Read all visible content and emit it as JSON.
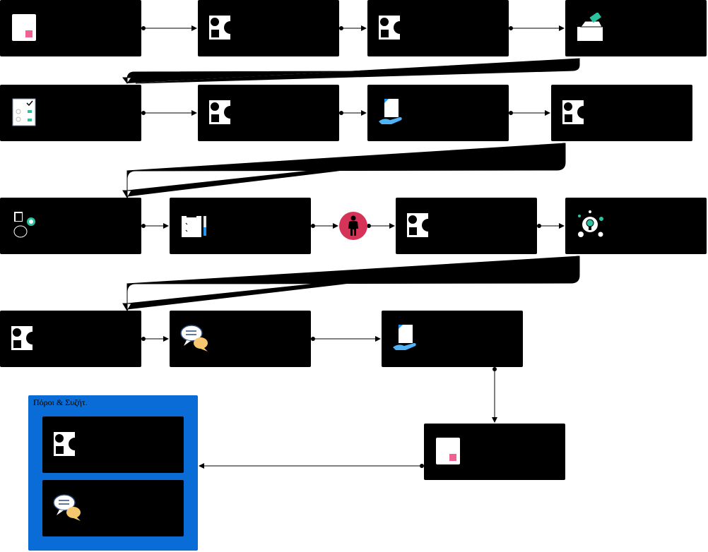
{
  "diagram": {
    "group": {
      "title": "Πόροι & Συζήτ."
    },
    "nodes": [
      {
        "id": "n1",
        "icon": "document-pink-icon",
        "label": ""
      },
      {
        "id": "n2",
        "icon": "shapes-icon",
        "label": ""
      },
      {
        "id": "n3",
        "icon": "shapes-icon",
        "label": ""
      },
      {
        "id": "n4",
        "icon": "ballot-box-icon",
        "label": ""
      },
      {
        "id": "n5",
        "icon": "checklist-icon",
        "label": ""
      },
      {
        "id": "n6",
        "icon": "shapes-icon",
        "label": ""
      },
      {
        "id": "n7",
        "icon": "hand-document-icon",
        "label": ""
      },
      {
        "id": "n8",
        "icon": "shapes-icon",
        "label": ""
      },
      {
        "id": "n9",
        "icon": "archive-icon",
        "label": ""
      },
      {
        "id": "n10",
        "icon": "clipboard-pencil-icon",
        "label": ""
      },
      {
        "id": "n11",
        "icon": "person-icon",
        "label": ""
      },
      {
        "id": "n12",
        "icon": "shapes-icon",
        "label": ""
      },
      {
        "id": "n13",
        "icon": "idea-network-icon",
        "label": ""
      },
      {
        "id": "n14",
        "icon": "shapes-icon",
        "label": ""
      },
      {
        "id": "n15",
        "icon": "chat-bubbles-icon",
        "label": ""
      },
      {
        "id": "n16",
        "icon": "hand-document-icon",
        "label": ""
      },
      {
        "id": "n17",
        "icon": "document-pink-icon",
        "label": ""
      },
      {
        "id": "g1",
        "icon": "shapes-icon",
        "label": ""
      },
      {
        "id": "g2",
        "icon": "chat-bubbles-icon",
        "label": ""
      }
    ],
    "colors": {
      "node_fill": "#000000",
      "group_fill": "#0a6cd6",
      "person_fill": "#d63358",
      "accent_pink": "#f06292",
      "accent_teal": "#2bc2a0",
      "accent_blue": "#2196f3",
      "accent_yellow": "#f5c76e"
    }
  }
}
